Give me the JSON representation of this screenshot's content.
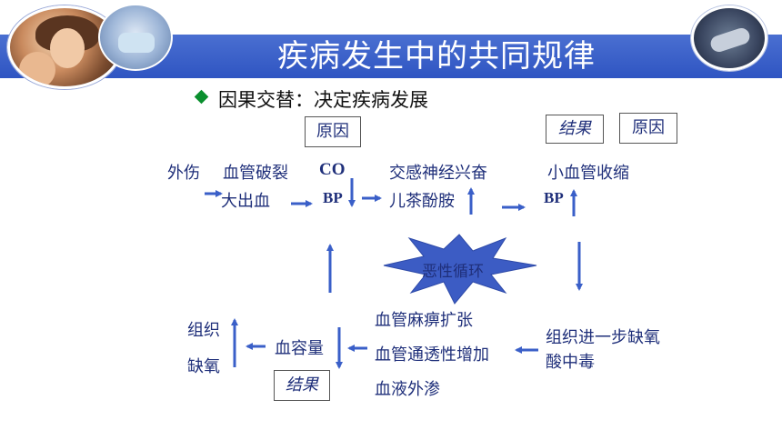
{
  "slide": {
    "title": "疾病发生中的共同规律",
    "subtitle": "因果交替：决定疾病发展"
  },
  "labels": {
    "cause_1": "原因",
    "result_1": "结果",
    "cause_2": "原因",
    "result_2": "结果"
  },
  "flow": {
    "trauma": "外伤",
    "vessel_rupture": "血管破裂",
    "bleeding": "大出血",
    "co": "CO",
    "bp_1": "BP",
    "sympathetic": "交感神经兴奋",
    "catecholamine": "儿茶酚胺",
    "small_vessel": "小血管收缩",
    "bp_2": "BP",
    "vicious_cycle": "恶性循环",
    "tissue_hypoxia_1": "组织",
    "tissue_hypoxia_2": "缺氧",
    "blood_volume": "血容量",
    "vessel_paralysis": "血管麻痹扩张",
    "permeability": "血管通透性增加",
    "exudation": "血液外渗",
    "further_hypoxia": "组织进一步缺氧",
    "acidosis": "酸中毒"
  },
  "colors": {
    "title_bar": "#2f55c2",
    "text": "#1f2f7a",
    "arrow": "#3a5fc8",
    "bullet": "#0a8f2e"
  }
}
